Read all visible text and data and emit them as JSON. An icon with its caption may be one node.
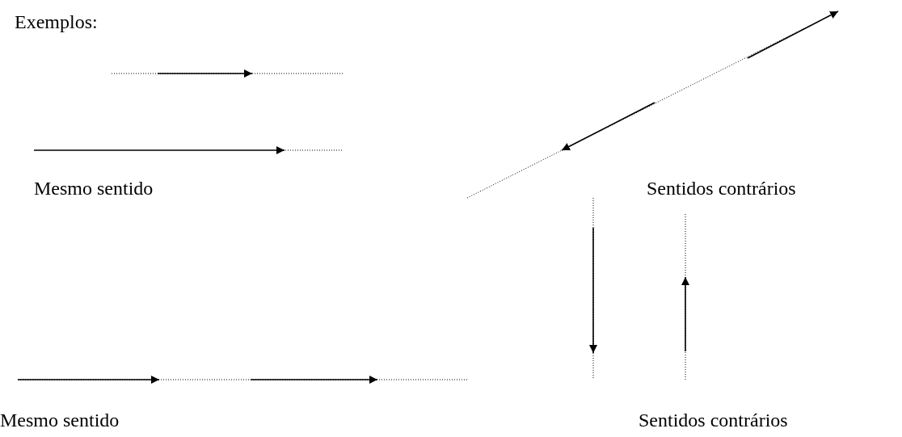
{
  "diagram": {
    "labels": [
      "Exemplos:",
      "Mesmo sentido",
      "Sentidos contrários",
      "Mesmo sentido",
      "Sentidos contrários"
    ]
  }
}
